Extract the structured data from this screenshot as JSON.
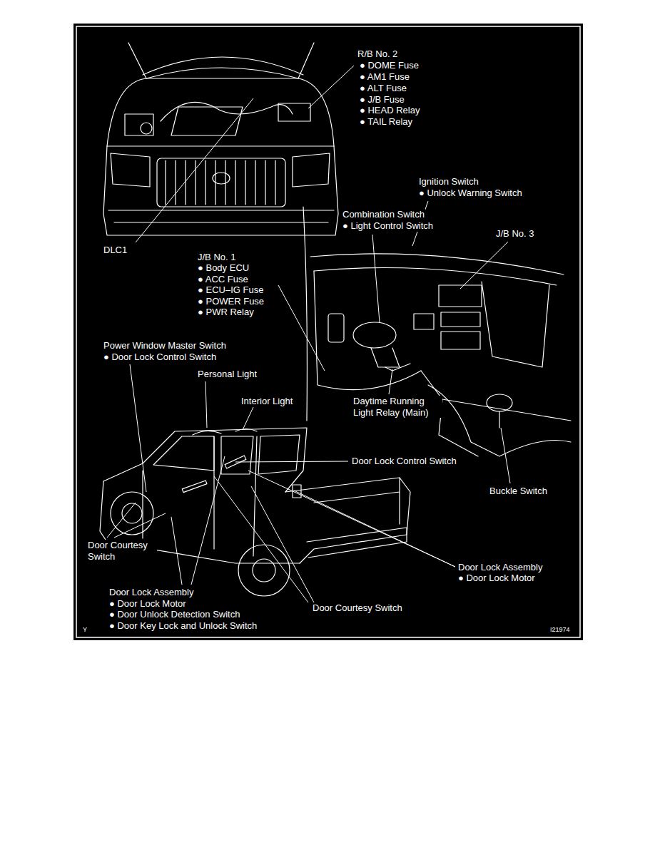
{
  "diagram": {
    "labels": [
      "R/B No. 2",
      "● DOME Fuse",
      "● AM1 Fuse",
      "● ALT Fuse",
      "● J/B Fuse",
      "● HEAD Relay",
      "● TAIL Relay",
      "Ignition Switch",
      "● Unlock Warning Switch",
      "Combination Switch",
      "● Light Control Switch",
      "J/B No. 3",
      "DLC1",
      "J/B No. 1",
      "● Body ECU",
      "● ACC Fuse",
      "● ECU–IG Fuse",
      "● POWER Fuse",
      "● PWR Relay",
      "Power Window Master Switch",
      "● Door Lock Control Switch",
      "Personal Light",
      "Interior Light",
      "Daytime Running Light Relay (Main)",
      "Door Lock Control Switch",
      "Buckle Switch",
      "Door Courtesy Switch",
      "Door Lock Assembly",
      "● Door Lock Motor",
      "Door Lock Assembly",
      "● Door Lock Motor",
      "● Door Unlock Detection Switch",
      "● Door Key Lock and Unlock Switch",
      "Door Courtesy Switch",
      "Y",
      "I21974"
    ]
  }
}
